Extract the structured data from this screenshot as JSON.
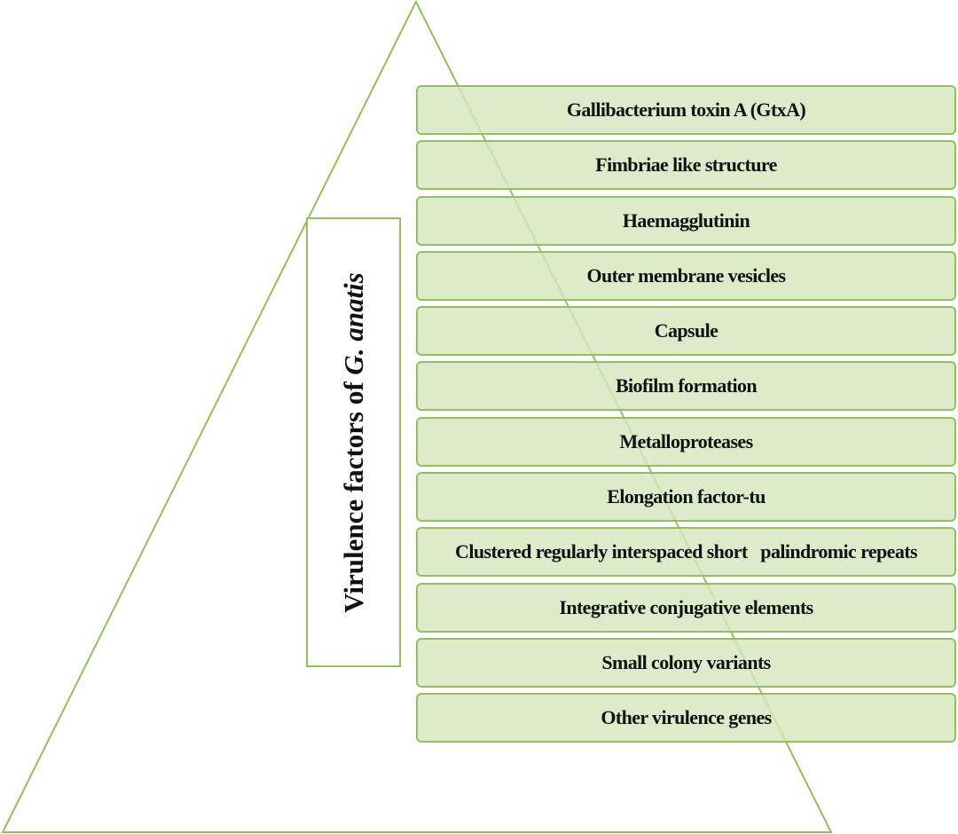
{
  "diagram": {
    "title_prefix": "Virulence factors of ",
    "title_organism": "G. anatis",
    "factors": [
      "Gallibacterium toxin A (GtxA)",
      "Fimbriae like structure",
      "Haemagglutinin",
      "Outer membrane vesicles",
      "Capsule",
      "Biofilm formation",
      "Metalloproteases",
      "Elongation factor-tu",
      "Clustered regularly interspaced short   palindromic repeats",
      "Integrative conjugative elements",
      "Small colony variants",
      "Other virulence genes"
    ],
    "colors": {
      "outline": "#92c05f",
      "box_fill": "#d6e6c0",
      "text": "#111111"
    }
  }
}
